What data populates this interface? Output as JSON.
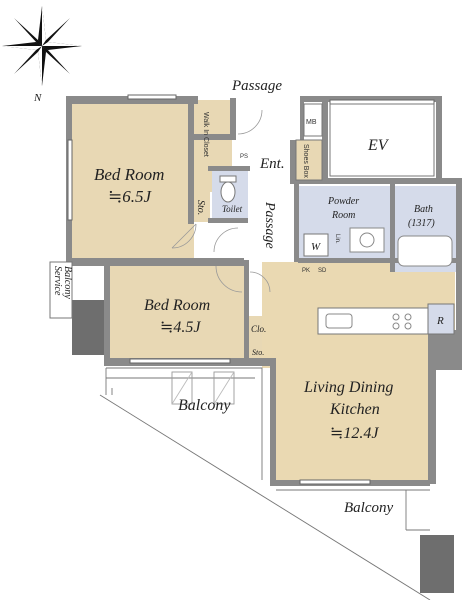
{
  "compass": {
    "north_label": "N"
  },
  "colors": {
    "room_tan": "#e8d8b4",
    "kitchen_tan": "#ead9b2",
    "bath_blue": "#d5dbea",
    "wall": "#8a8a8a",
    "wall_dark": "#6e6e6e",
    "balcony_line": "#777777"
  },
  "rooms": {
    "passage_top": "Passage",
    "mb": "MB",
    "ev": "EV",
    "bed1_name": "Bed Room",
    "bed1_size": "≒6.5J",
    "walk_in_closet": "Walk In Closet",
    "ps": "PS",
    "ent": "Ent.",
    "shoes_box": "Shoes Box",
    "sto_a": "Sto.",
    "toilet": "Toilet",
    "passage_mid": "Passage",
    "powder_room": "Powder Room",
    "bath": "Bath",
    "bath_size": "(1317)",
    "w_mark": "W",
    "lin": "Lin.",
    "service_balcony": "Service Balcony",
    "bed2_name": "Bed Room",
    "bed2_size": "≒4.5J",
    "clo": "Clo.",
    "sto_b": "Sto.",
    "pk": "PK",
    "sd": "SD",
    "r_mark": "R",
    "balcony_left": "Balcony",
    "ldk_1": "Living Dining",
    "ldk_2": "Kitchen",
    "ldk_size": "≒12.4J",
    "balcony_bottom": "Balcony"
  }
}
